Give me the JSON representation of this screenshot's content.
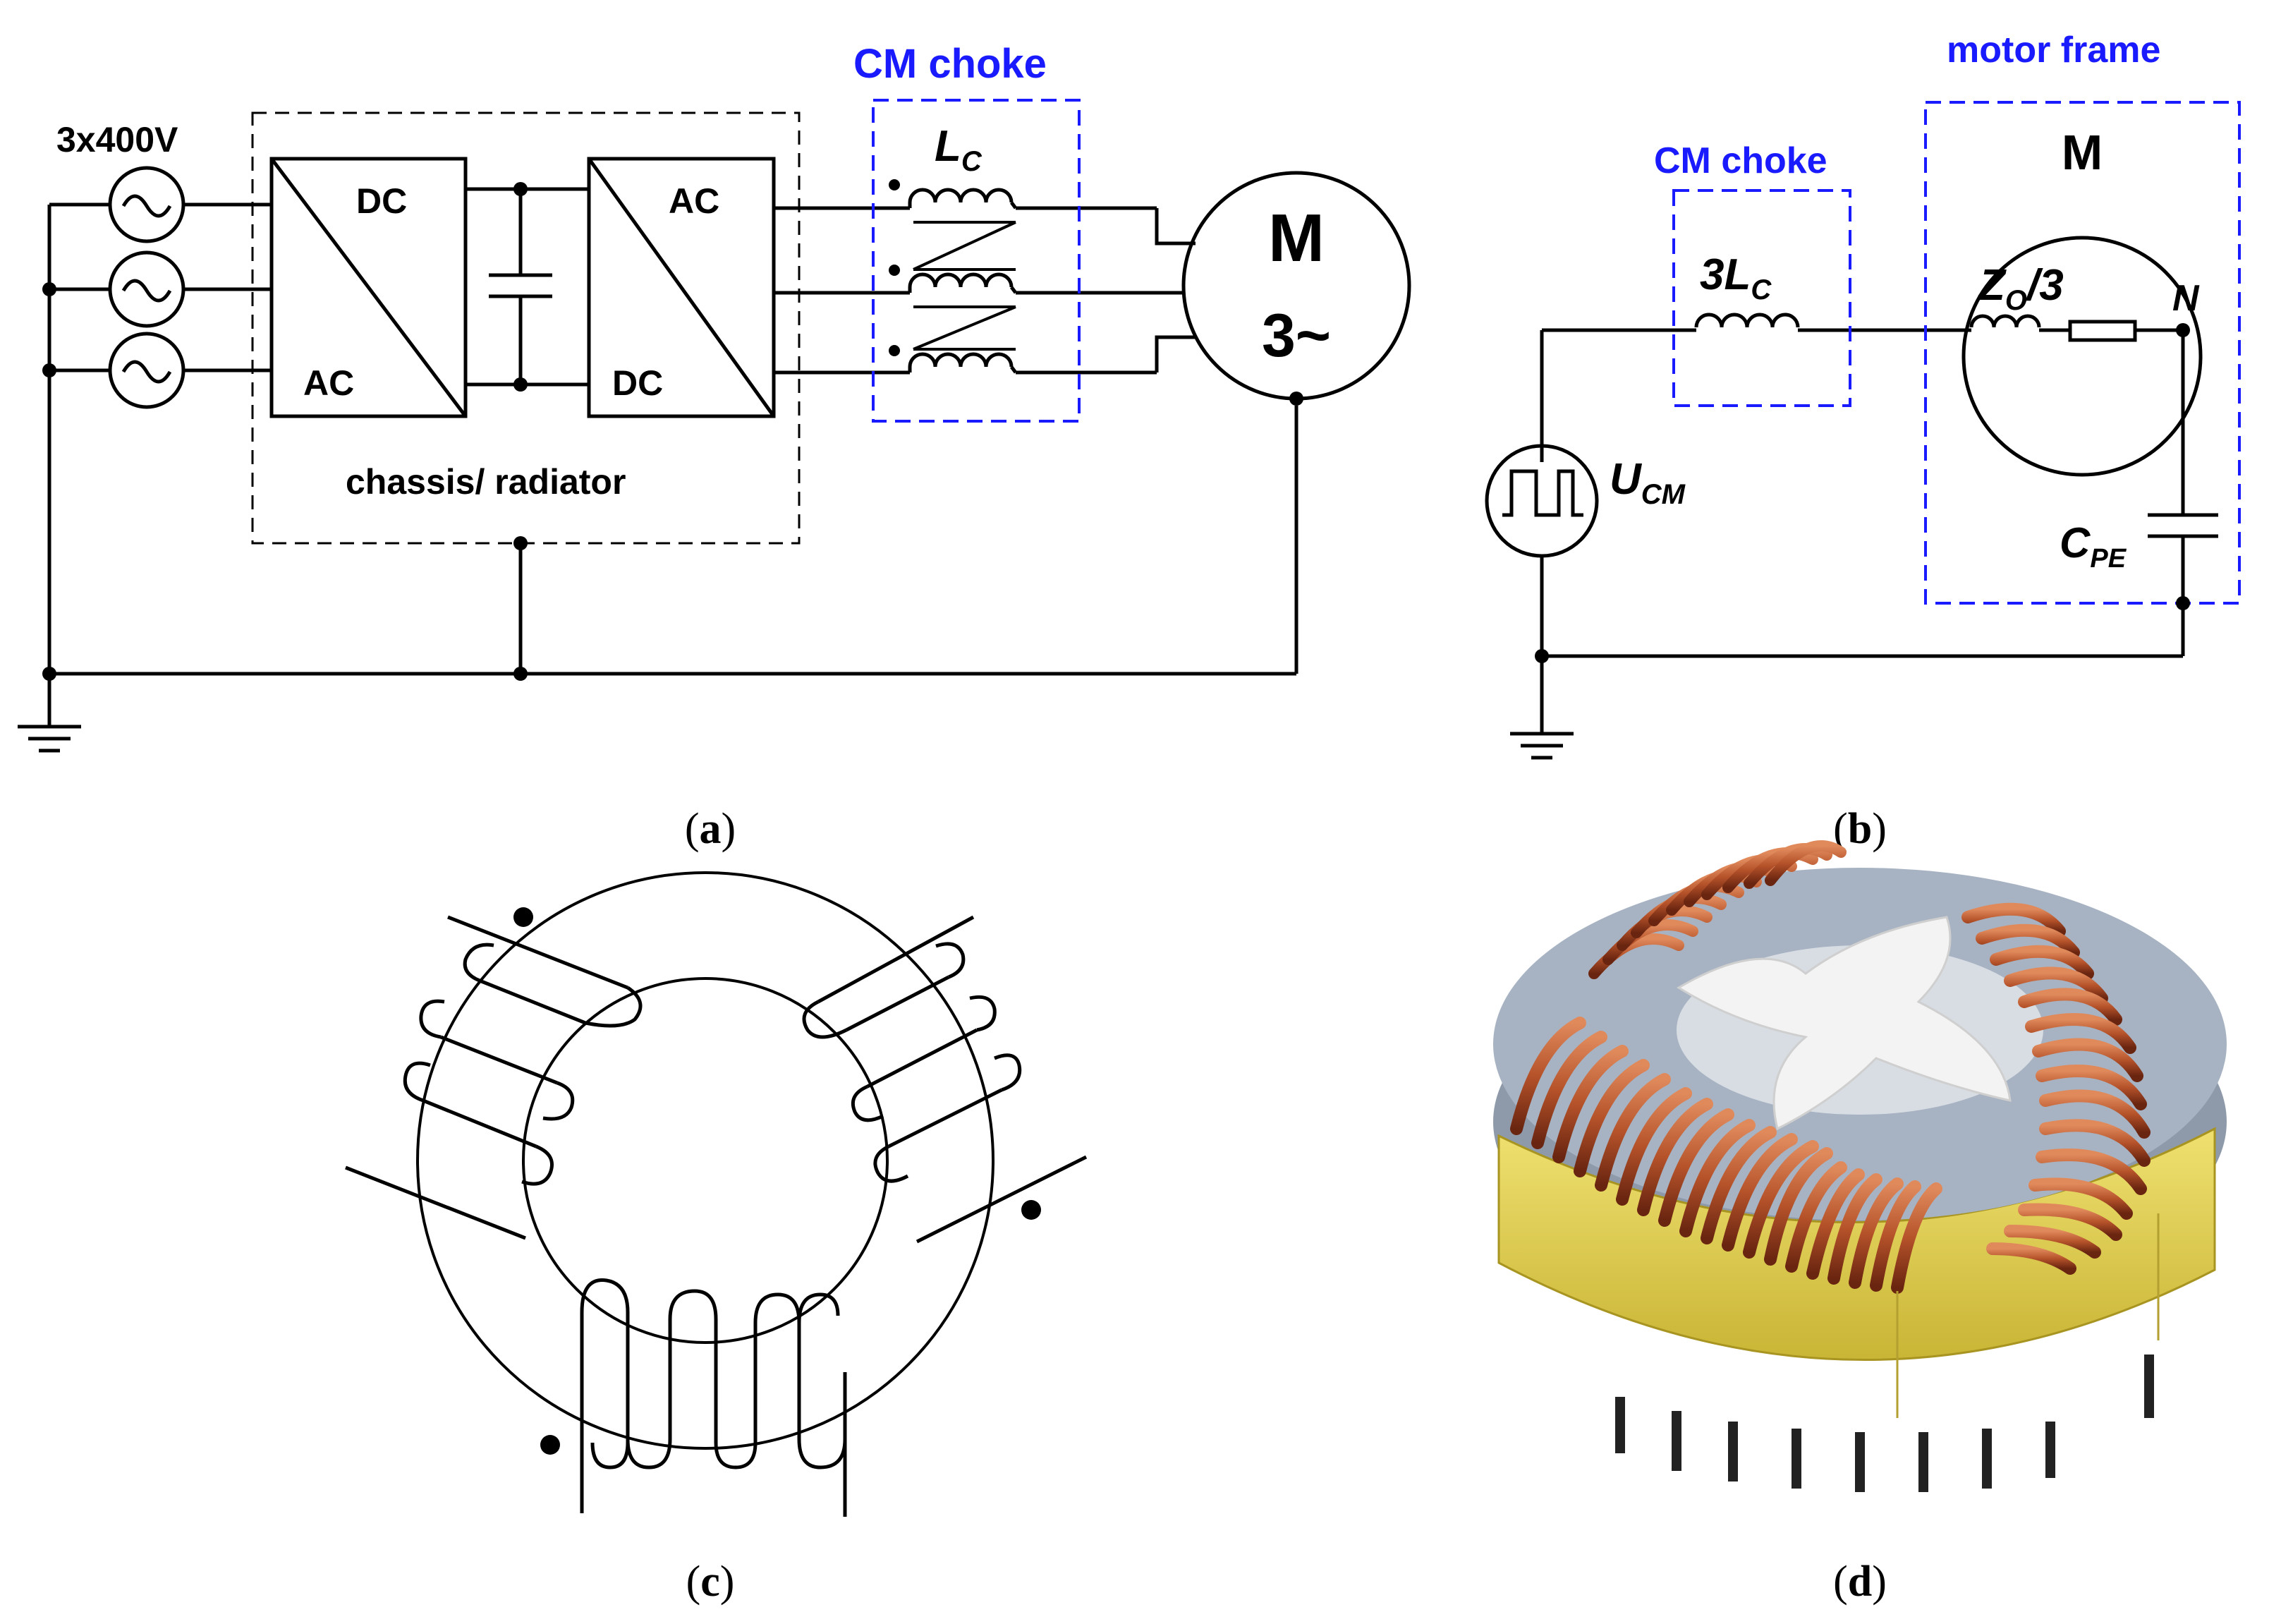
{
  "panel_a": {
    "supply_label": "3x400V",
    "rectifier_top": "DC",
    "rectifier_bottom": "AC",
    "inverter_top": "AC",
    "inverter_bottom": "DC",
    "chassis_label": "chassis/ radiator",
    "choke_title": "CM choke",
    "inductor_label": "L",
    "inductor_sub": "C",
    "motor_label": "M",
    "motor_phase": "3~",
    "caption_letter": "a"
  },
  "panel_b": {
    "choke_title": "CM choke",
    "frame_title": "motor frame",
    "inductor_label": "3L",
    "inductor_sub": "C",
    "motor_label": "M",
    "impedance_label": "Z",
    "impedance_sub": "O",
    "impedance_suffix": "/3",
    "neutral_label": "N",
    "source_label": "U",
    "source_sub": "CM",
    "cap_label": "C",
    "cap_sub": "PE",
    "caption_letter": "b"
  },
  "panel_c": {
    "caption_letter": "c"
  },
  "panel_d": {
    "caption_letter": "d"
  },
  "colors": {
    "accent_blue": "#1a1aff",
    "copper": "#b5522a",
    "core_grey": "#a7b3c2",
    "tape_yellow": "#e3d24a"
  }
}
